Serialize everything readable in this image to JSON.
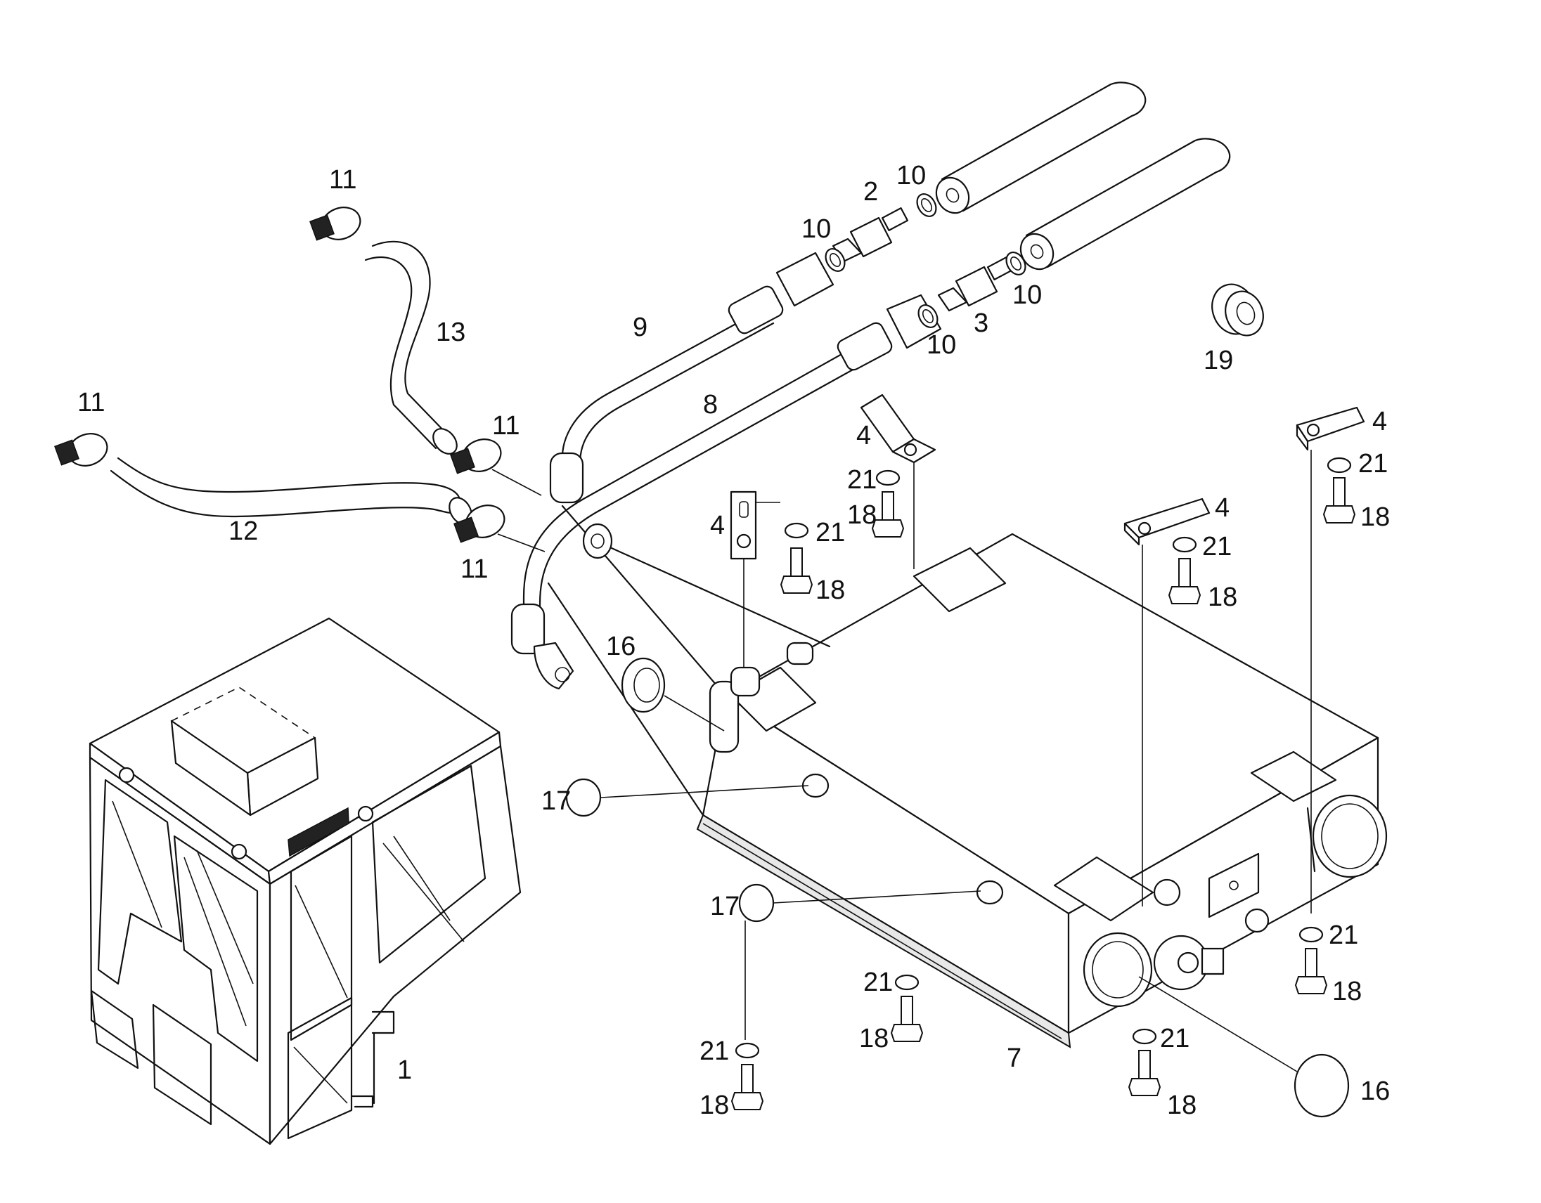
{
  "labels": [
    {
      "id": "l1",
      "text": "1"
    },
    {
      "id": "l2",
      "text": "2"
    },
    {
      "id": "l3",
      "text": "3"
    },
    {
      "id": "l4a",
      "text": "4"
    },
    {
      "id": "l4b",
      "text": "4"
    },
    {
      "id": "l4c",
      "text": "4"
    },
    {
      "id": "l4d",
      "text": "4"
    },
    {
      "id": "l7",
      "text": "7"
    },
    {
      "id": "l8",
      "text": "8"
    },
    {
      "id": "l9",
      "text": "9"
    },
    {
      "id": "l10a",
      "text": "10"
    },
    {
      "id": "l10b",
      "text": "10"
    },
    {
      "id": "l10c",
      "text": "10"
    },
    {
      "id": "l10d",
      "text": "10"
    },
    {
      "id": "l11a",
      "text": "11"
    },
    {
      "id": "l11b",
      "text": "11"
    },
    {
      "id": "l11c",
      "text": "11"
    },
    {
      "id": "l11d",
      "text": "11"
    },
    {
      "id": "l12",
      "text": "12"
    },
    {
      "id": "l13",
      "text": "13"
    },
    {
      "id": "l16a",
      "text": "16"
    },
    {
      "id": "l16b",
      "text": "16"
    },
    {
      "id": "l17a",
      "text": "17"
    },
    {
      "id": "l17b",
      "text": "17"
    },
    {
      "id": "l18a",
      "text": "18"
    },
    {
      "id": "l18b",
      "text": "18"
    },
    {
      "id": "l18c",
      "text": "18"
    },
    {
      "id": "l18d",
      "text": "18"
    },
    {
      "id": "l18e",
      "text": "18"
    },
    {
      "id": "l18f",
      "text": "18"
    },
    {
      "id": "l18g",
      "text": "18"
    },
    {
      "id": "l18h",
      "text": "18"
    },
    {
      "id": "l19",
      "text": "19"
    },
    {
      "id": "l21a",
      "text": "21"
    },
    {
      "id": "l21b",
      "text": "21"
    },
    {
      "id": "l21c",
      "text": "21"
    },
    {
      "id": "l21d",
      "text": "21"
    },
    {
      "id": "l21e",
      "text": "21"
    },
    {
      "id": "l21f",
      "text": "21"
    },
    {
      "id": "l21g",
      "text": "21"
    },
    {
      "id": "l21h",
      "text": "21"
    }
  ]
}
